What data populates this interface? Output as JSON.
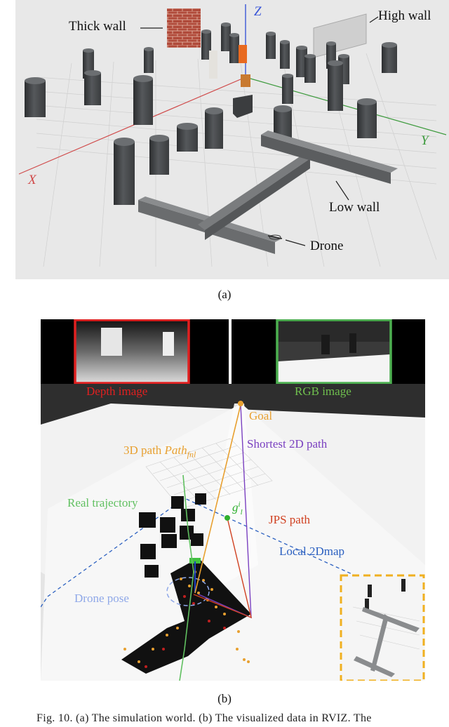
{
  "panel_a": {
    "labels": {
      "thick_wall": "Thick wall",
      "high_wall": "High wall",
      "low_wall": "Low wall",
      "drone": "Drone"
    },
    "axes": {
      "x": "X",
      "y": "Y",
      "z": "Z"
    },
    "caption": "(a)"
  },
  "panel_b": {
    "depth_image_label": "Depth image",
    "rgb_image_label": "RGB image",
    "labels": {
      "goal": "Goal",
      "path_prefix": "3D path ",
      "path_sub": "fnl",
      "path_main": "Path",
      "shortest_2d": "Shortest 2D path",
      "real_trajectory": "Real trajectory",
      "g_sub": "l",
      "g_main": "g",
      "g_sup": "i",
      "jps_path": "JPS path",
      "local_2dmap": "Local 2Dmap",
      "drone_pose": "Drone pose"
    },
    "colors": {
      "depth_frame": "#e02020",
      "rgb_frame": "#4caf50",
      "goal": "#e8a030",
      "shortest": "#7a40c0",
      "trajectory": "#60c060",
      "jps": "#d04020",
      "local_map": "#2a5fc0",
      "drone_pose": "#8fa8e8",
      "inset_frame": "#f0b020"
    },
    "caption": "(b)"
  },
  "footer_text": "Fig. 10.   (a)   The simulation world. (b)   The visualized data in RVIZ. The"
}
